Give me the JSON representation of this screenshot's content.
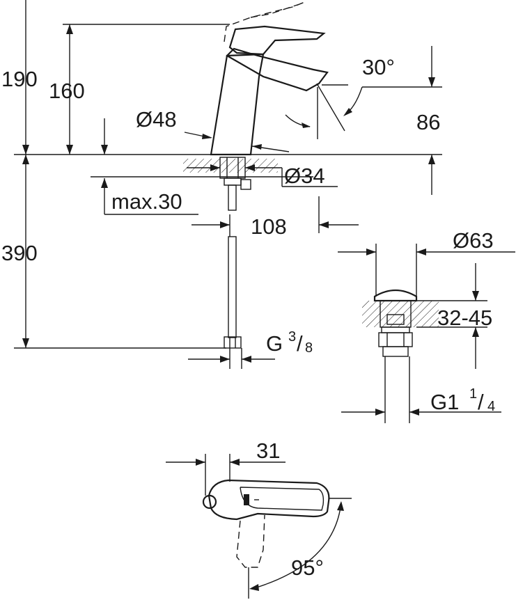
{
  "dimensions": {
    "overall_height": "190",
    "spout_height": "160",
    "spout_angle": "30°",
    "spout_drop": "86",
    "body_diameter": "Ø48",
    "hole_diameter": "Ø34",
    "max_deck": "max.30",
    "projection": "108",
    "hose_length": "390",
    "hose_thread": "G",
    "hose_thread_num": "3",
    "hose_thread_den": "8",
    "waste_diameter": "Ø63",
    "waste_range": "32-45",
    "waste_thread": "G1",
    "waste_thread_num": "1",
    "waste_thread_den": "4",
    "lever_offset": "31",
    "lever_rotation": "95°"
  }
}
